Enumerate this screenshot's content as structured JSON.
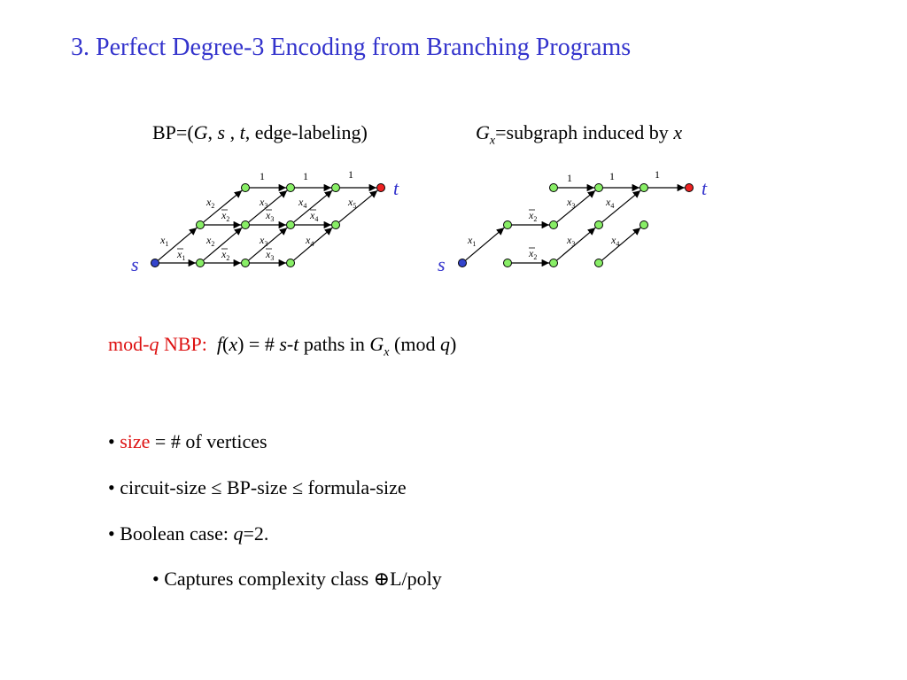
{
  "title": "3. Perfect Degree-3 Encoding from Branching Programs",
  "header_left": {
    "prefix": "BP=(",
    "G": "G",
    "s": "s",
    "t": "t",
    "rest": ", edge-labeling)"
  },
  "header_right": {
    "G": "G",
    "x_sub": "x",
    "text": "=subgraph induced by ",
    "x": "x"
  },
  "terminals": {
    "s": "s",
    "t": "t"
  },
  "nbp_line": {
    "label_a": "mod-",
    "label_q": "q",
    "label_b": " NBP:",
    "f": "f",
    "x": "x",
    "eq": ") =  # ",
    "st": "s-t",
    "paths": " paths in ",
    "G": "G",
    "G_sub": "x",
    "mod": " (mod ",
    "q": "q",
    "close": ")"
  },
  "bullets": {
    "b1_red": "size",
    "b1_rest": " = # of vertices",
    "b2": "circuit-size ≤  BP-size ≤ formula-size",
    "b3_a": "Boolean case:  ",
    "b3_q": "q",
    "b3_b": "=2.",
    "b4": "Captures complexity class ⊕L/poly"
  },
  "colors": {
    "title": "#3333cc",
    "accent_red": "#dd1111",
    "node_green": "#88ee66",
    "node_s": "#3344cc",
    "node_t": "#ee2222"
  },
  "diagram_left": {
    "top_labels": [
      "1",
      "1",
      "1"
    ],
    "edge_labels": [
      {
        "v": "x",
        "sub": "2",
        "bar": false
      },
      {
        "v": "x",
        "sub": "3",
        "bar": false
      },
      {
        "v": "x",
        "sub": "4",
        "bar": false
      },
      {
        "v": "x",
        "sub": "5",
        "bar": false
      },
      {
        "v": "x",
        "sub": "2",
        "bar": true
      },
      {
        "v": "x",
        "sub": "3",
        "bar": true
      },
      {
        "v": "x",
        "sub": "4",
        "bar": true
      },
      {
        "v": "x",
        "sub": "1",
        "bar": false
      },
      {
        "v": "x",
        "sub": "2",
        "bar": false
      },
      {
        "v": "x",
        "sub": "3",
        "bar": false
      },
      {
        "v": "x",
        "sub": "4",
        "bar": false
      },
      {
        "v": "x",
        "sub": "1",
        "bar": true
      },
      {
        "v": "x",
        "sub": "2",
        "bar": true
      },
      {
        "v": "x",
        "sub": "3",
        "bar": true
      }
    ]
  },
  "diagram_right": {
    "top_labels": [
      "1",
      "1",
      "1"
    ],
    "edge_labels": [
      {
        "v": "x",
        "sub": "3",
        "bar": false
      },
      {
        "v": "x",
        "sub": "4",
        "bar": false
      },
      {
        "v": "x",
        "sub": "2",
        "bar": true
      },
      {
        "v": "x",
        "sub": "1",
        "bar": false
      },
      {
        "v": "x",
        "sub": "3",
        "bar": false
      },
      {
        "v": "x",
        "sub": "4",
        "bar": false
      },
      {
        "v": "x",
        "sub": "2",
        "bar": true
      }
    ]
  }
}
